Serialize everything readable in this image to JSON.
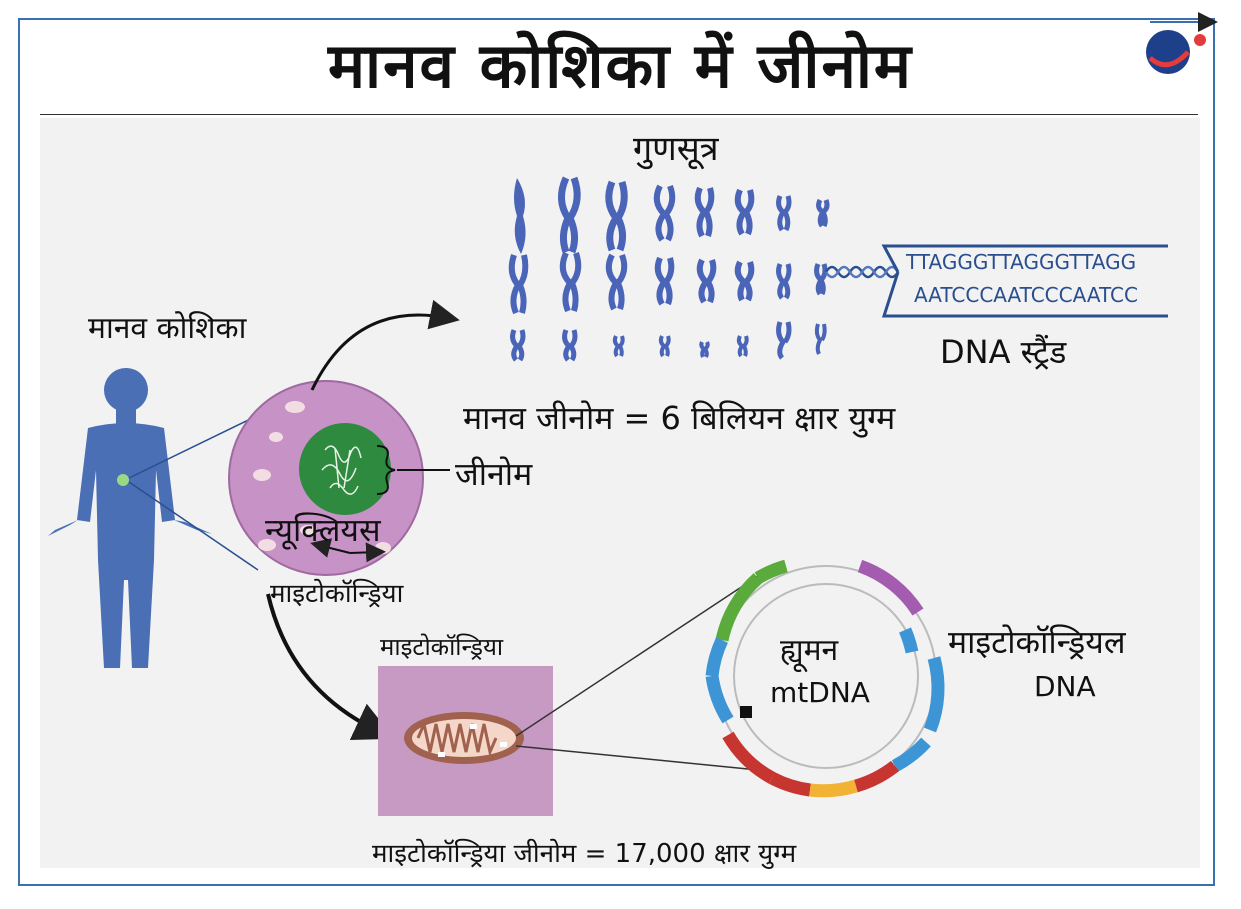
{
  "title": "मानव कोशिका में जीनोम",
  "labels": {
    "chromosomes": "गुणसूत्र",
    "human_cell": "मानव कोशिका",
    "dna_strand_label": "DNA स्ट्रैंड",
    "dna_seq_top": "TTAGGGTTAGGGTTAGG",
    "dna_seq_bottom": "AATCCCAATCCCAATCC",
    "human_genome": "मानव जीनोम = 6 बिलियन क्षार युग्म",
    "genome": "जीनोम",
    "nucleus": "न्यूक्लियस",
    "mitochondria_cell": "माइटोकॉन्ड्रिया",
    "mitochondria_box": "माइटोकॉन्ड्रिया",
    "human": "ह्यूमन",
    "mtdna": "mtDNA",
    "mito_dna_line1": "माइटोकॉन्ड्रियल",
    "mito_dna_line2": "DNA",
    "mito_genome": "माइटोकॉन्ड्रिया जीनोम = 17,000 क्षार युग्म"
  },
  "colors": {
    "frame": "#3a6fb0",
    "body_silhouette": "#4a6fb5",
    "cell": "#c792c6",
    "nucleus": "#2e8a3e",
    "chromosome": "#4a64b8",
    "dna_strand": "#2a4f8f",
    "mito_box": "#c79ac4",
    "mito_outer": "#a0614e",
    "ring_green": "#5aab3c",
    "ring_purple": "#a35cb0",
    "ring_blue": "#3d95d6",
    "ring_red": "#c73530",
    "ring_yellow": "#f2b233"
  },
  "icons": [
    "logo-icon"
  ]
}
